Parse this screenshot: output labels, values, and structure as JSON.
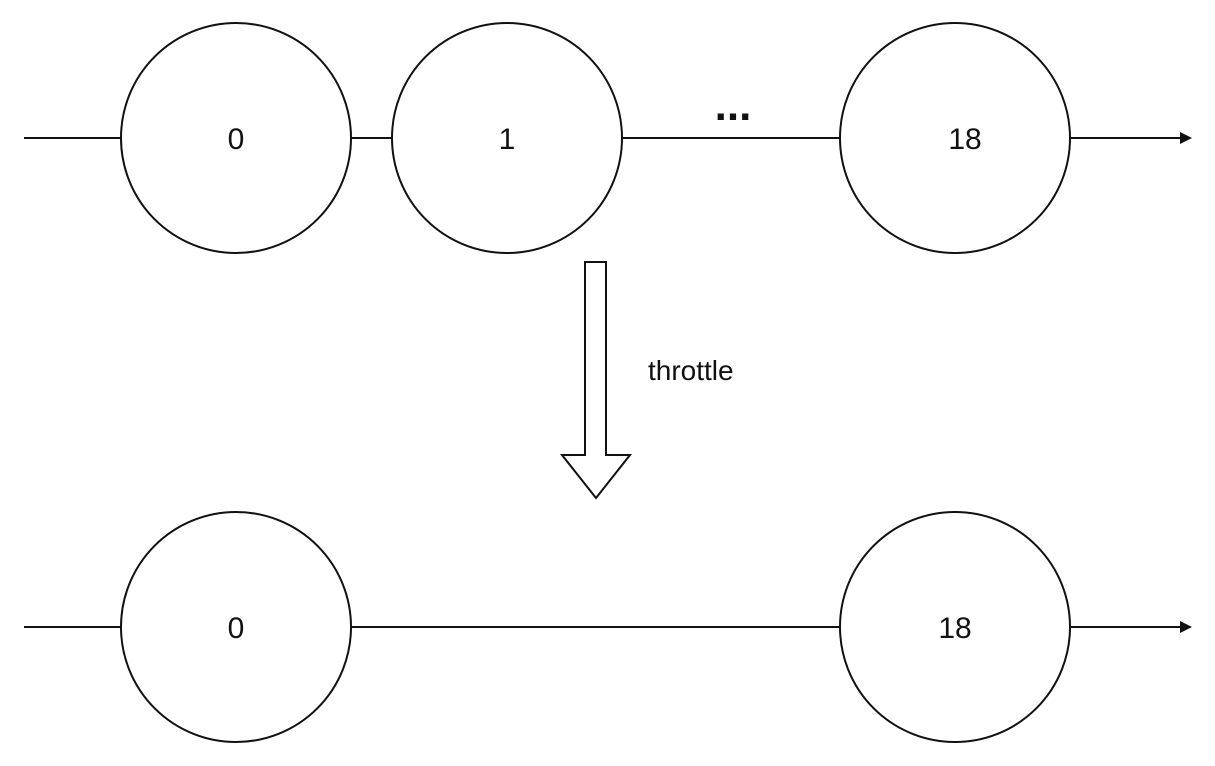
{
  "top_stream": {
    "marbles": [
      "0",
      "1",
      "18"
    ],
    "ellipsis": "..."
  },
  "operator": {
    "label": "throttle"
  },
  "bottom_stream": {
    "marbles": [
      "0",
      "18"
    ]
  },
  "colors": {
    "stroke": "#111111",
    "background": "#ffffff"
  }
}
